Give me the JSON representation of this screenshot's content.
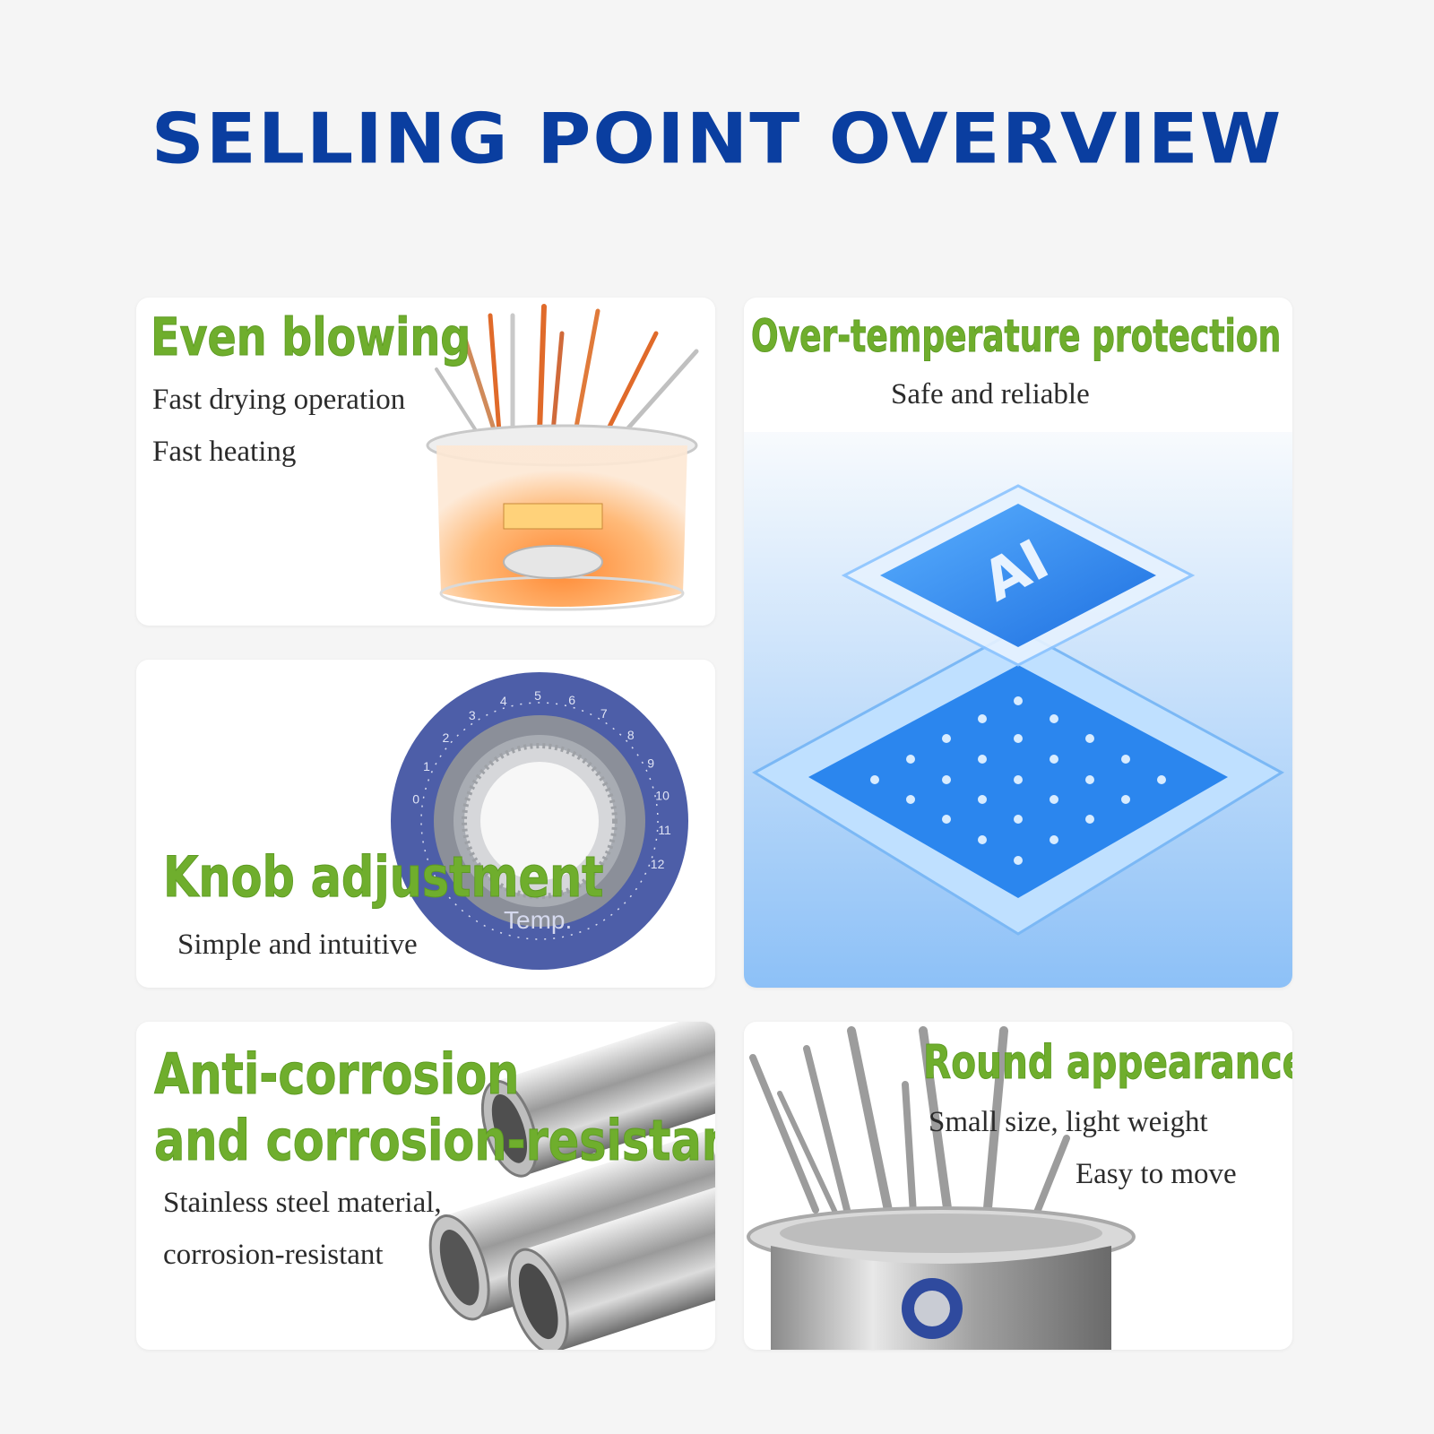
{
  "title": "SELLING POINT OVERVIEW",
  "colors": {
    "title": "#0a3ea0",
    "heading": "#6fae2d",
    "text": "#2b2b2b"
  },
  "cards": {
    "even_blowing": {
      "heading": "Even blowing",
      "line1": "Fast drying operation",
      "line2": "Fast heating",
      "icon": "dryer-heating-icon"
    },
    "over_temp": {
      "heading": "Over-temperature protection",
      "line1": "Safe and reliable",
      "icon": "ai-chip-icon",
      "chip_label": "AI"
    },
    "knob": {
      "heading": "Knob adjustment",
      "line1": "Simple and intuitive",
      "icon": "temperature-knob-icon",
      "dial_label": "Temp.",
      "dial_numbers": [
        "0",
        "1",
        "2",
        "3",
        "4",
        "5",
        "6",
        "7",
        "8",
        "9",
        "10",
        "11",
        "12"
      ]
    },
    "anti_corrosion": {
      "heading1": "Anti-corrosion",
      "heading2": "and corrosion-resistant",
      "line1": "Stainless steel material,",
      "line2": "corrosion-resistant",
      "icon": "steel-pipes-icon"
    },
    "round": {
      "heading": "Round appearance",
      "line1": "Small size, light weight",
      "line2": "Easy to move",
      "icon": "round-dryer-icon"
    }
  }
}
